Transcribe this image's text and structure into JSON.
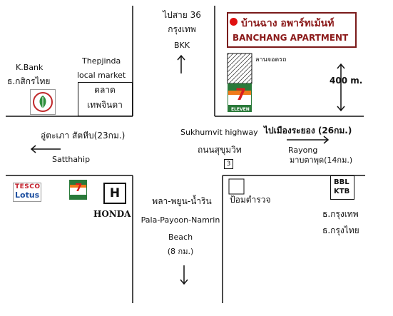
{
  "apartment": {
    "name_th": "บ้านฉาง อพาร์ทเม้นท์",
    "name_en": "BANCHANG APARTMENT",
    "parking_label": "ลานจอดรถ",
    "distance": "400 m."
  },
  "north": {
    "line1": "ไปสาย 36",
    "line2": "กรุงเทพ",
    "line3": "BKK"
  },
  "kbank": {
    "name_en": "K.Bank",
    "name_th": "ธ.กสิกรไทย"
  },
  "market": {
    "name_en": "Thepjinda",
    "name_en2": "local market",
    "name_th1": "ตลาด",
    "name_th2": "เทพจินดา"
  },
  "west": {
    "name_th": "อู่ตะเภา สัตหีบ(23กม.)",
    "name_en": "Satthahip"
  },
  "highway": {
    "name_en": "Sukhumvit highway",
    "name_th": "ถนนสุขุมวิท",
    "number": "3"
  },
  "east": {
    "name_th": "ไปเมืองระยอง (26กม.)",
    "name_en": "Rayong",
    "name_th2": "มาบตาพุด(14กม.)"
  },
  "south": {
    "line1": "พลา-พยูน-น้ำริน",
    "line2": "Pala-Payoon-Namrin",
    "line3": "Beach",
    "line4": "(8 กม.)"
  },
  "tesco": {
    "line1": "TESCO",
    "line2": "Lotus"
  },
  "honda": {
    "letter": "H",
    "label": "HONDA"
  },
  "seven_eleven": {
    "label": "ELEVEN"
  },
  "police": {
    "label": "ป้อมตำรวจ"
  },
  "banks_se": {
    "box1": "BBL",
    "box2": "KTB",
    "bank1": "ธ.กรุงเทพ",
    "bank2": "ธ.กรุงไทย"
  },
  "colors": {
    "brand_red": "#8b1a1a",
    "seven_green": "#2a7a3a",
    "seven_orange": "#f07a1a",
    "seven_red": "#d81e1e"
  }
}
